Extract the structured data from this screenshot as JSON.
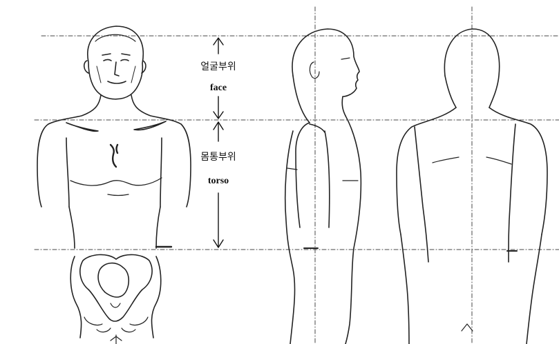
{
  "regions": {
    "face": {
      "label_ko": "얼굴부위",
      "label_en": "face"
    },
    "torso": {
      "label_ko": "몸통부위",
      "label_en": "torso"
    }
  },
  "colors": {
    "line": "#1a1a1a",
    "guide": "#333333",
    "background": "#ffffff"
  }
}
